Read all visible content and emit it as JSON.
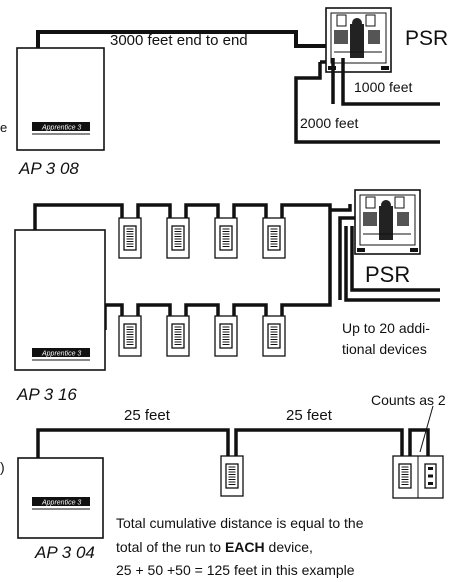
{
  "section1": {
    "run_label": "3000 feet end to end",
    "psr_label": "PSR",
    "branch1_label": "1000 feet",
    "branch2_label": "2000 feet",
    "panel_brand": "Apprentice 3",
    "panel_name": "AP 3 08",
    "edge_char": "e"
  },
  "section2": {
    "psr_label": "PSR",
    "additional_line1": "Up to 20 addi-",
    "additional_line2": "tional devices",
    "panel_brand": "Apprentice 3",
    "panel_name": "AP 3 16"
  },
  "section3": {
    "dist1_label": "25 feet",
    "dist2_label": "25 feet",
    "counts_label": "Counts as 2",
    "note_line1": "Total cumulative distance is equal to the",
    "note_line2_pre": "total of the run to ",
    "note_line2_bold": "EACH",
    "note_line2_post": " device,",
    "note_line3": "25 + 50 +50 = 125 feet in this example",
    "panel_brand": "Apprentice 3",
    "panel_name": "AP 3 04",
    "edge_char": ")"
  }
}
